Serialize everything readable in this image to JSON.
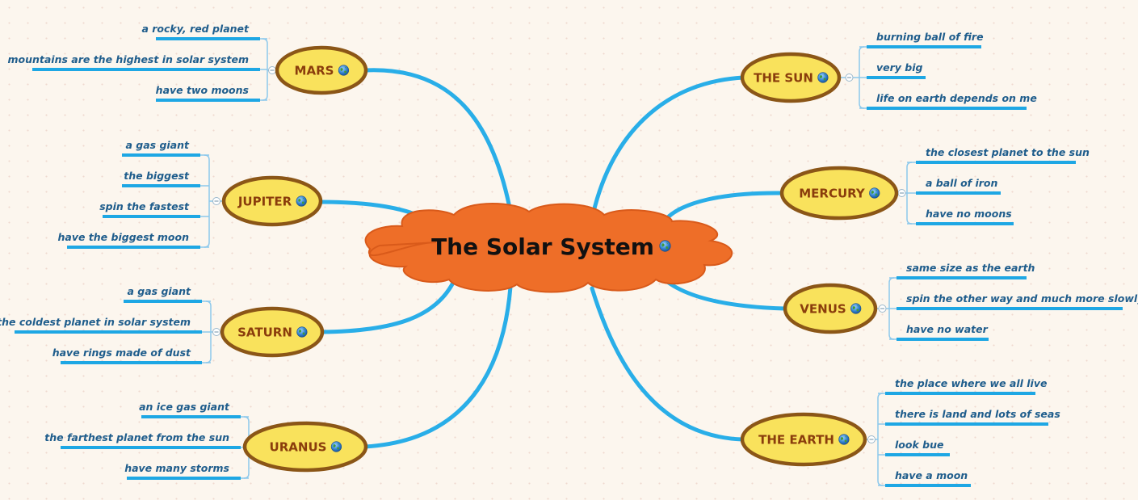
{
  "center": {
    "title": "The Solar System",
    "icon": "globe-icon"
  },
  "colors": {
    "branch": "#29aee8",
    "leaf_underline": "#1ea7e4",
    "leaf_text": "#1f5d8c",
    "node_fill": "#f9e25c",
    "node_border": "#8b5617",
    "node_text": "#8a3d0c",
    "cloud_fill": "#ee6e28",
    "cloud_stroke": "#d95a1a",
    "bracket": "#8cc8ec"
  },
  "planets": {
    "mars": {
      "label": "MARS",
      "icon": "globe-icon",
      "facts": [
        "a rocky, red planet",
        "mountains are the highest in solar system",
        "have two moons"
      ]
    },
    "jupiter": {
      "label": "JUPITER",
      "icon": "globe-icon",
      "facts": [
        "a gas giant",
        "the biggest",
        "spin the fastest",
        "have the biggest moon"
      ]
    },
    "saturn": {
      "label": "SATURN",
      "icon": "globe-icon",
      "facts": [
        "a gas giant",
        "the coldest planet in solar system",
        "have rings made of dust"
      ]
    },
    "uranus": {
      "label": "URANUS",
      "icon": "globe-icon",
      "facts": [
        "an ice gas giant",
        "the farthest planet from the sun",
        "have many storms"
      ]
    },
    "sun": {
      "label": "THE SUN",
      "icon": "globe-icon",
      "facts": [
        "burning ball of fire",
        "very big",
        "life on earth depends on me"
      ]
    },
    "mercury": {
      "label": "MERCURY",
      "icon": "globe-icon",
      "facts": [
        "the closest planet to the sun",
        "a ball of iron",
        "have no moons"
      ]
    },
    "venus": {
      "label": "VENUS",
      "icon": "globe-icon",
      "facts": [
        "same size as the earth",
        "spin the other way and much more slowly",
        "have no water"
      ]
    },
    "earth": {
      "label": "THE EARTH",
      "icon": "globe-icon",
      "facts": [
        "the place where we all live",
        "there is land and lots of seas",
        "look bue",
        "have a moon"
      ]
    }
  }
}
